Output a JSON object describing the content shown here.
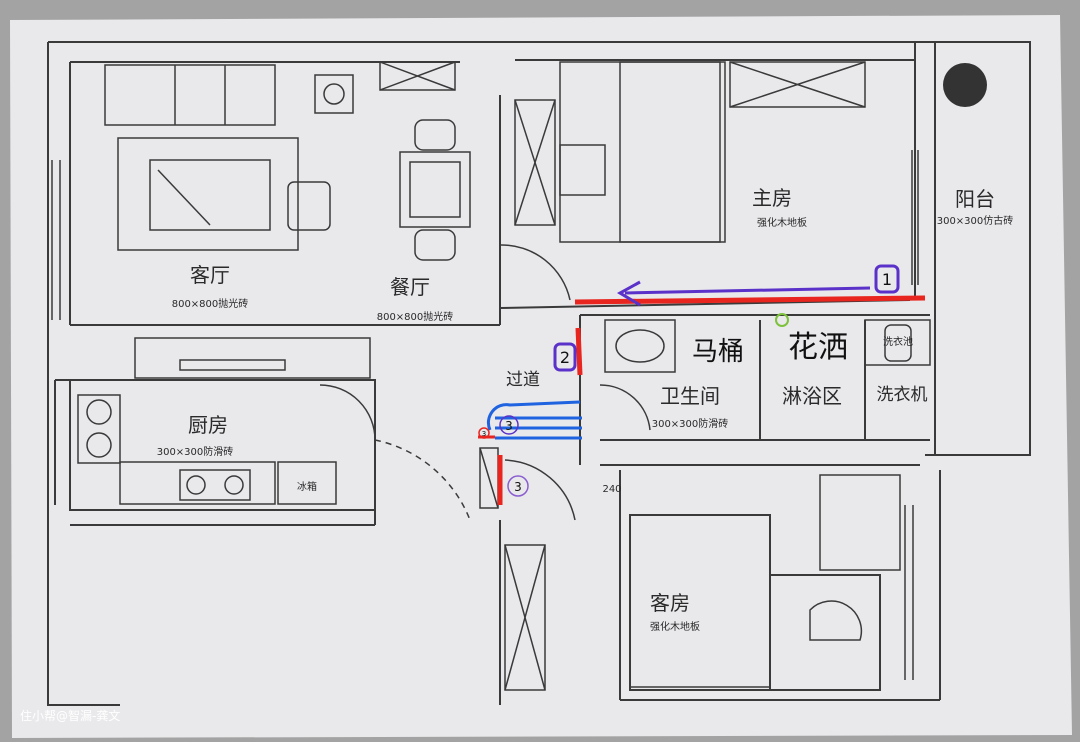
{
  "rooms": {
    "living": {
      "name": "客厅",
      "floor": "800×800抛光砖"
    },
    "dining": {
      "name": "餐厅",
      "floor": "800×800抛光砖"
    },
    "master": {
      "name": "主房",
      "floor": "强化木地板"
    },
    "balcony": {
      "name": "阳台",
      "floor": "300×300仿古砖"
    },
    "kitchen": {
      "name": "厨房",
      "floor": "300×300防滑砖"
    },
    "corridor": {
      "name": "过道"
    },
    "bathroom": {
      "name": "卫生间",
      "floor": "300×300防滑砖"
    },
    "shower_area": {
      "name": "淋浴区"
    },
    "washer": {
      "name": "洗衣机"
    },
    "guest": {
      "name": "客房",
      "floor": "强化木地板"
    }
  },
  "fixtures": {
    "fridge": "冰箱",
    "laundry_sink": "洗衣池",
    "dimension": "240"
  },
  "annotations": {
    "toilet": "马桶",
    "shower": "花洒",
    "marker_1": "1",
    "marker_2": "2",
    "marker_3": "3"
  },
  "colors": {
    "paper": "#e9e8eb",
    "ink": "#3a3a3a",
    "red_mark": "#e8261f",
    "purple_mark": "#5b32c9",
    "blue_mark": "#1f63e0",
    "green_mark": "#7cc23a"
  },
  "watermark": "住小帮@智漏-龚文"
}
